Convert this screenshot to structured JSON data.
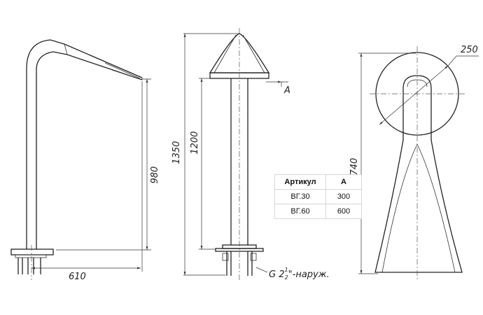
{
  "drawing": {
    "side_view": {
      "height_label": "980",
      "reach_label": "610"
    },
    "front_view": {
      "total_height_label": "1350",
      "pipe_height_label": "1200",
      "section_label": "A",
      "thread_label_prefix": "G 2",
      "thread_fraction_num": "1",
      "thread_fraction_den": "2",
      "thread_label_suffix": "\"-наруж."
    },
    "rear_view": {
      "diameter_label": "250",
      "height_label": "740"
    }
  },
  "table": {
    "headers": [
      "Артикул",
      "A"
    ],
    "rows": [
      [
        "ВГ.30",
        "300"
      ],
      [
        "ВГ.60",
        "600"
      ]
    ]
  }
}
